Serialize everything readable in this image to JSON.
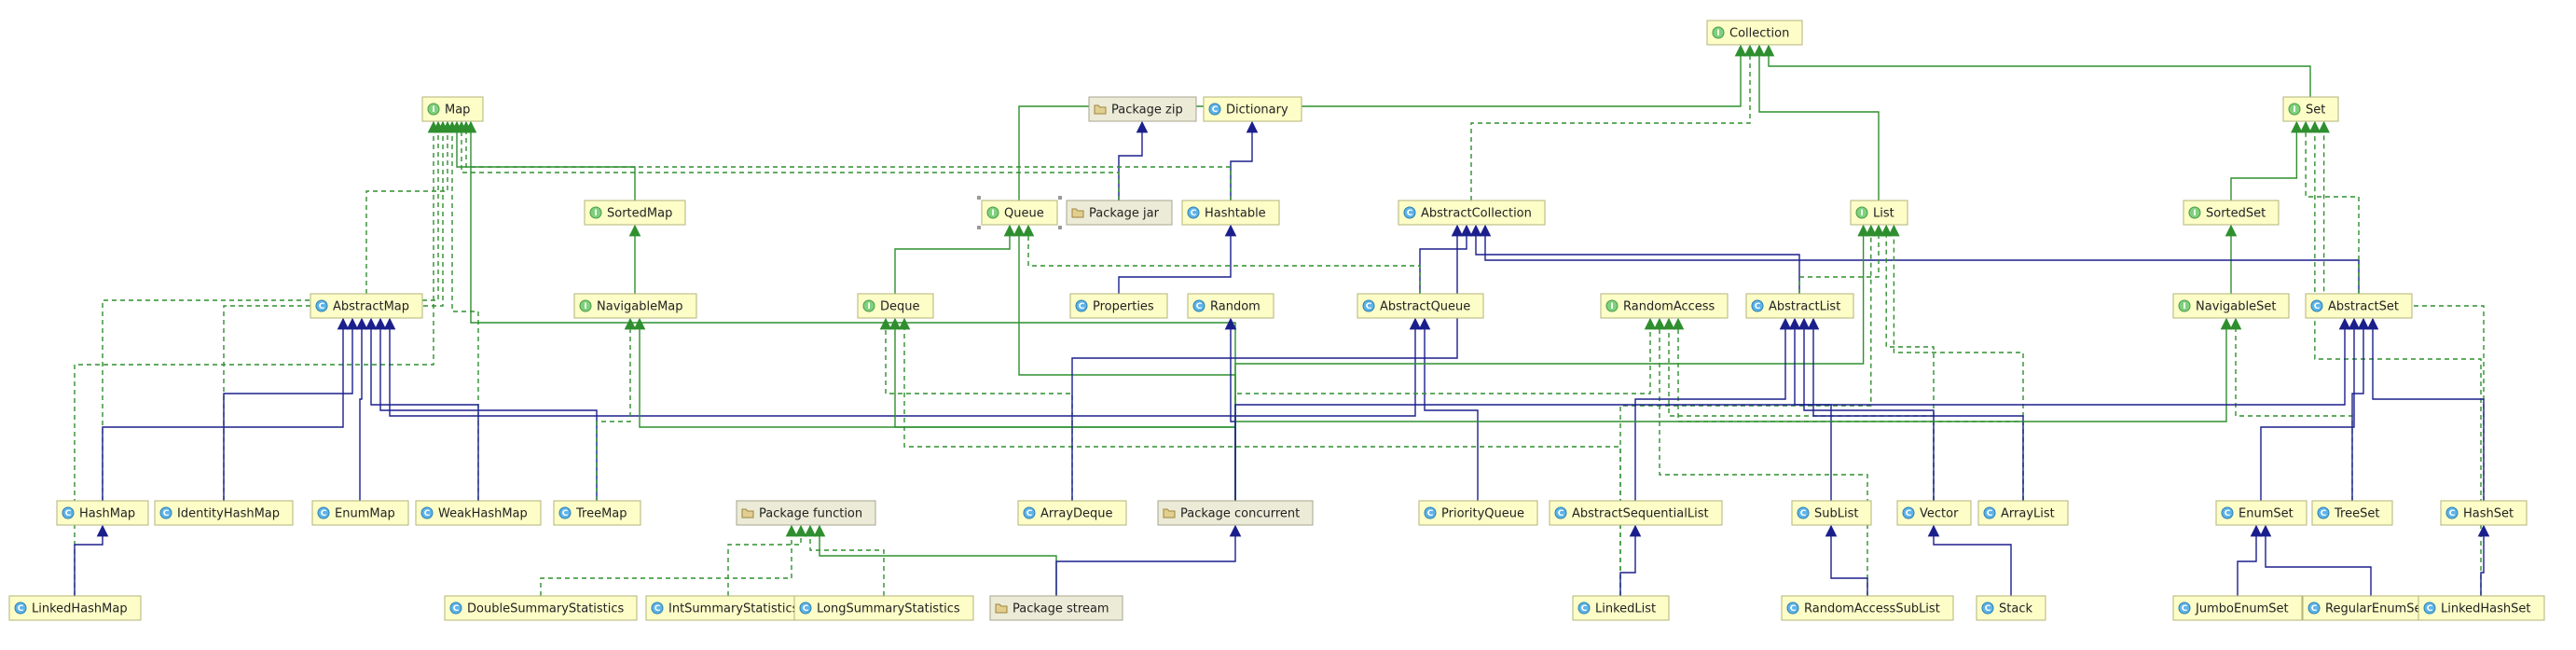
{
  "colors": {
    "interface_extends": "#2f8f2f",
    "class_extends": "#1b1f8c",
    "implements": "#2f8f2f",
    "node_fill": "#fdfdc8",
    "package_fill": "#ecebd7",
    "selected_border": "#f2b400"
  },
  "nodes": [
    {
      "id": "collection",
      "label": "Collection",
      "kind": "interface"
    },
    {
      "id": "map",
      "label": "Map",
      "kind": "interface"
    },
    {
      "id": "pkg_zip",
      "label": "Package zip",
      "kind": "package"
    },
    {
      "id": "dictionary",
      "label": "Dictionary",
      "kind": "class"
    },
    {
      "id": "set",
      "label": "Set",
      "kind": "interface"
    },
    {
      "id": "sortedmap",
      "label": "SortedMap",
      "kind": "interface"
    },
    {
      "id": "queue",
      "label": "Queue",
      "kind": "interface",
      "selected": true
    },
    {
      "id": "pkg_jar",
      "label": "Package jar",
      "kind": "package"
    },
    {
      "id": "hashtable",
      "label": "Hashtable",
      "kind": "class"
    },
    {
      "id": "abstractcollection",
      "label": "AbstractCollection",
      "kind": "class"
    },
    {
      "id": "list",
      "label": "List",
      "kind": "interface"
    },
    {
      "id": "sortedset",
      "label": "SortedSet",
      "kind": "interface"
    },
    {
      "id": "abstractmap",
      "label": "AbstractMap",
      "kind": "class"
    },
    {
      "id": "navigablemap",
      "label": "NavigableMap",
      "kind": "interface"
    },
    {
      "id": "deque",
      "label": "Deque",
      "kind": "interface"
    },
    {
      "id": "properties",
      "label": "Properties",
      "kind": "class"
    },
    {
      "id": "random",
      "label": "Random",
      "kind": "class"
    },
    {
      "id": "abstractqueue",
      "label": "AbstractQueue",
      "kind": "class"
    },
    {
      "id": "randomaccess",
      "label": "RandomAccess",
      "kind": "interface"
    },
    {
      "id": "abstractlist",
      "label": "AbstractList",
      "kind": "class"
    },
    {
      "id": "navigableset",
      "label": "NavigableSet",
      "kind": "interface"
    },
    {
      "id": "abstractset",
      "label": "AbstractSet",
      "kind": "class"
    },
    {
      "id": "hashmap",
      "label": "HashMap",
      "kind": "class"
    },
    {
      "id": "identityhashmap",
      "label": "IdentityHashMap",
      "kind": "class"
    },
    {
      "id": "enummap",
      "label": "EnumMap",
      "kind": "class"
    },
    {
      "id": "weakhashmap",
      "label": "WeakHashMap",
      "kind": "class"
    },
    {
      "id": "treemap",
      "label": "TreeMap",
      "kind": "class"
    },
    {
      "id": "pkg_function",
      "label": "Package function",
      "kind": "package"
    },
    {
      "id": "arraydeque",
      "label": "ArrayDeque",
      "kind": "class"
    },
    {
      "id": "pkg_concurrent",
      "label": "Package concurrent",
      "kind": "package"
    },
    {
      "id": "priorityqueue",
      "label": "PriorityQueue",
      "kind": "class"
    },
    {
      "id": "abstractsequentiallist",
      "label": "AbstractSequentialList",
      "kind": "class"
    },
    {
      "id": "sublist",
      "label": "SubList",
      "kind": "class"
    },
    {
      "id": "vector",
      "label": "Vector",
      "kind": "class"
    },
    {
      "id": "arraylist",
      "label": "ArrayList",
      "kind": "class"
    },
    {
      "id": "enumset",
      "label": "EnumSet",
      "kind": "class"
    },
    {
      "id": "treeset",
      "label": "TreeSet",
      "kind": "class"
    },
    {
      "id": "hashset",
      "label": "HashSet",
      "kind": "class"
    },
    {
      "id": "linkedhashmap",
      "label": "LinkedHashMap",
      "kind": "class"
    },
    {
      "id": "doublesummarystatistics",
      "label": "DoubleSummaryStatistics",
      "kind": "class"
    },
    {
      "id": "intsummarystatistics",
      "label": "IntSummaryStatistics",
      "kind": "class"
    },
    {
      "id": "longsummarystatistics",
      "label": "LongSummaryStatistics",
      "kind": "class"
    },
    {
      "id": "pkg_stream",
      "label": "Package stream",
      "kind": "package"
    },
    {
      "id": "linkedlist",
      "label": "LinkedList",
      "kind": "class"
    },
    {
      "id": "randomaccesssublist",
      "label": "RandomAccessSubList",
      "kind": "class"
    },
    {
      "id": "stack",
      "label": "Stack",
      "kind": "class"
    },
    {
      "id": "jumboenumset",
      "label": "JumboEnumSet",
      "kind": "class"
    },
    {
      "id": "regularenumset",
      "label": "RegularEnumSet",
      "kind": "class"
    },
    {
      "id": "linkedhashset",
      "label": "LinkedHashSet",
      "kind": "class"
    }
  ],
  "edges": [
    {
      "from": "queue",
      "to": "collection",
      "type": "interface_extends"
    },
    {
      "from": "list",
      "to": "collection",
      "type": "interface_extends"
    },
    {
      "from": "set",
      "to": "collection",
      "type": "interface_extends"
    },
    {
      "from": "abstractcollection",
      "to": "collection",
      "type": "implements"
    },
    {
      "from": "sortedmap",
      "to": "map",
      "type": "interface_extends"
    },
    {
      "from": "navigablemap",
      "to": "sortedmap",
      "type": "interface_extends"
    },
    {
      "from": "sortedset",
      "to": "set",
      "type": "interface_extends"
    },
    {
      "from": "navigableset",
      "to": "sortedset",
      "type": "interface_extends"
    },
    {
      "from": "deque",
      "to": "queue",
      "type": "interface_extends"
    },
    {
      "from": "pkg_jar",
      "to": "pkg_zip",
      "type": "class_extends"
    },
    {
      "from": "hashtable",
      "to": "dictionary",
      "type": "class_extends"
    },
    {
      "from": "hashtable",
      "to": "map",
      "type": "implements"
    },
    {
      "from": "pkg_jar",
      "to": "map",
      "type": "implements"
    },
    {
      "from": "properties",
      "to": "hashtable",
      "type": "class_extends"
    },
    {
      "from": "abstractmap",
      "to": "map",
      "type": "implements"
    },
    {
      "from": "hashmap",
      "to": "map",
      "type": "implements"
    },
    {
      "from": "identityhashmap",
      "to": "map",
      "type": "implements"
    },
    {
      "from": "weakhashmap",
      "to": "map",
      "type": "implements"
    },
    {
      "from": "linkedhashmap",
      "to": "map",
      "type": "implements"
    },
    {
      "from": "pkg_concurrent",
      "to": "map",
      "type": "interface_extends"
    },
    {
      "from": "hashmap",
      "to": "abstractmap",
      "type": "class_extends"
    },
    {
      "from": "identityhashmap",
      "to": "abstractmap",
      "type": "class_extends"
    },
    {
      "from": "enummap",
      "to": "abstractmap",
      "type": "class_extends"
    },
    {
      "from": "weakhashmap",
      "to": "abstractmap",
      "type": "class_extends"
    },
    {
      "from": "treemap",
      "to": "abstractmap",
      "type": "class_extends"
    },
    {
      "from": "pkg_concurrent",
      "to": "abstractmap",
      "type": "class_extends"
    },
    {
      "from": "treemap",
      "to": "navigablemap",
      "type": "implements"
    },
    {
      "from": "pkg_concurrent",
      "to": "navigablemap",
      "type": "interface_extends"
    },
    {
      "from": "linkedhashmap",
      "to": "hashmap",
      "type": "class_extends"
    },
    {
      "from": "abstractqueue",
      "to": "abstractcollection",
      "type": "class_extends"
    },
    {
      "from": "abstractlist",
      "to": "abstractcollection",
      "type": "class_extends"
    },
    {
      "from": "abstractset",
      "to": "abstractcollection",
      "type": "class_extends"
    },
    {
      "from": "abstractqueue",
      "to": "queue",
      "type": "implements"
    },
    {
      "from": "pkg_concurrent",
      "to": "queue",
      "type": "interface_extends"
    },
    {
      "from": "pkg_concurrent",
      "to": "deque",
      "type": "interface_extends"
    },
    {
      "from": "arraydeque",
      "to": "deque",
      "type": "implements"
    },
    {
      "from": "linkedlist",
      "to": "deque",
      "type": "implements"
    },
    {
      "from": "arraydeque",
      "to": "abstractcollection",
      "type": "class_extends"
    },
    {
      "from": "priorityqueue",
      "to": "abstractqueue",
      "type": "class_extends"
    },
    {
      "from": "pkg_concurrent",
      "to": "abstractqueue",
      "type": "class_extends"
    },
    {
      "from": "pkg_concurrent",
      "to": "random",
      "type": "class_extends"
    },
    {
      "from": "abstractlist",
      "to": "list",
      "type": "implements"
    },
    {
      "from": "vector",
      "to": "list",
      "type": "implements"
    },
    {
      "from": "arraylist",
      "to": "list",
      "type": "implements"
    },
    {
      "from": "linkedlist",
      "to": "list",
      "type": "implements"
    },
    {
      "from": "pkg_concurrent",
      "to": "list",
      "type": "interface_extends"
    },
    {
      "from": "vector",
      "to": "randomaccess",
      "type": "implements"
    },
    {
      "from": "arraylist",
      "to": "randomaccess",
      "type": "implements"
    },
    {
      "from": "randomaccesssublist",
      "to": "randomaccess",
      "type": "implements"
    },
    {
      "from": "pkg_concurrent",
      "to": "randomaccess",
      "type": "implements"
    },
    {
      "from": "abstractsequentiallist",
      "to": "abstractlist",
      "type": "class_extends"
    },
    {
      "from": "sublist",
      "to": "abstractlist",
      "type": "class_extends"
    },
    {
      "from": "vector",
      "to": "abstractlist",
      "type": "class_extends"
    },
    {
      "from": "arraylist",
      "to": "abstractlist",
      "type": "class_extends"
    },
    {
      "from": "linkedlist",
      "to": "abstractsequentiallist",
      "type": "class_extends"
    },
    {
      "from": "randomaccesssublist",
      "to": "sublist",
      "type": "class_extends"
    },
    {
      "from": "stack",
      "to": "vector",
      "type": "class_extends"
    },
    {
      "from": "abstractset",
      "to": "set",
      "type": "implements"
    },
    {
      "from": "hashset",
      "to": "set",
      "type": "implements"
    },
    {
      "from": "linkedhashset",
      "to": "set",
      "type": "implements"
    },
    {
      "from": "treeset",
      "to": "navigableset",
      "type": "implements"
    },
    {
      "from": "pkg_concurrent",
      "to": "navigableset",
      "type": "interface_extends"
    },
    {
      "from": "enumset",
      "to": "abstractset",
      "type": "class_extends"
    },
    {
      "from": "treeset",
      "to": "abstractset",
      "type": "class_extends"
    },
    {
      "from": "hashset",
      "to": "abstractset",
      "type": "class_extends"
    },
    {
      "from": "pkg_concurrent",
      "to": "abstractset",
      "type": "class_extends"
    },
    {
      "from": "jumboenumset",
      "to": "enumset",
      "type": "class_extends"
    },
    {
      "from": "regularenumset",
      "to": "enumset",
      "type": "class_extends"
    },
    {
      "from": "linkedhashset",
      "to": "hashset",
      "type": "class_extends"
    },
    {
      "from": "doublesummarystatistics",
      "to": "pkg_function",
      "type": "implements"
    },
    {
      "from": "intsummarystatistics",
      "to": "pkg_function",
      "type": "implements"
    },
    {
      "from": "longsummarystatistics",
      "to": "pkg_function",
      "type": "implements"
    },
    {
      "from": "pkg_stream",
      "to": "pkg_function",
      "type": "interface_extends"
    },
    {
      "from": "pkg_stream",
      "to": "pkg_concurrent",
      "type": "class_extends"
    }
  ]
}
